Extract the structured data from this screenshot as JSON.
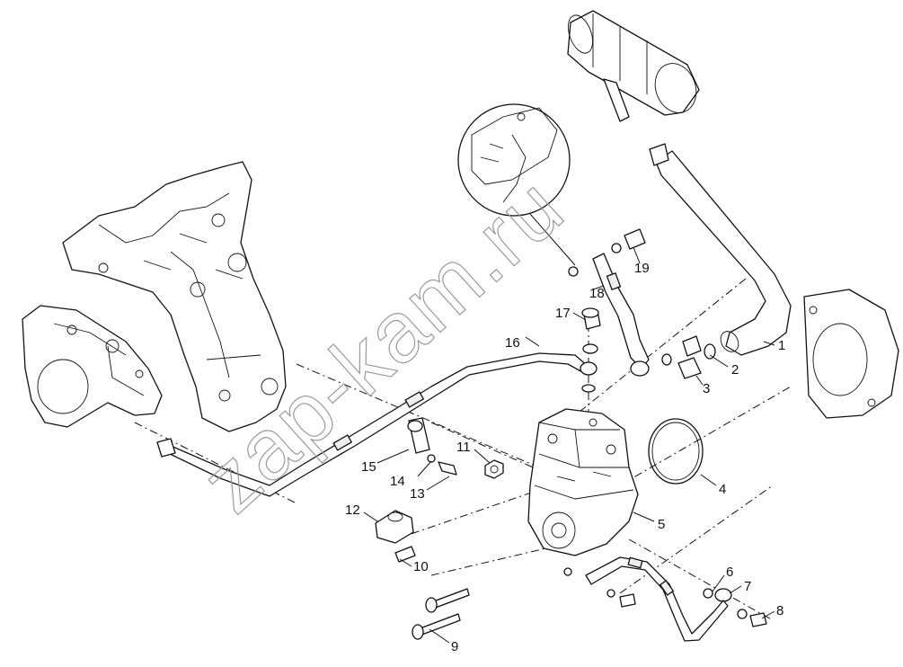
{
  "watermark": "zap-kam.ru",
  "callouts": [
    "1",
    "2",
    "3",
    "4",
    "5",
    "6",
    "7",
    "8",
    "9",
    "10",
    "11",
    "12",
    "13",
    "14",
    "15",
    "16",
    "17",
    "18",
    "19"
  ]
}
